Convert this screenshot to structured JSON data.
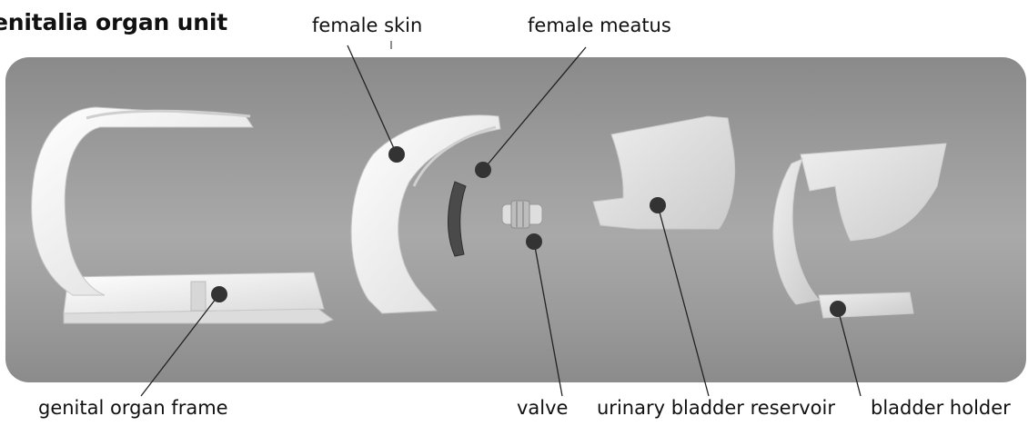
{
  "title": "enitalia organ unit",
  "labels": {
    "female_skin": "female skin",
    "female_meatus": "female meatus",
    "genital_organ_frame": "genital organ frame",
    "valve": "valve",
    "urinary_bladder_reservoir": "urinary bladder reservoir",
    "bladder_holder": "bladder holder"
  },
  "colors": {
    "panel_background": "#9a9a9a",
    "part_white": "#f2f2f2",
    "marker": "#333333",
    "leader_line": "#222222"
  }
}
